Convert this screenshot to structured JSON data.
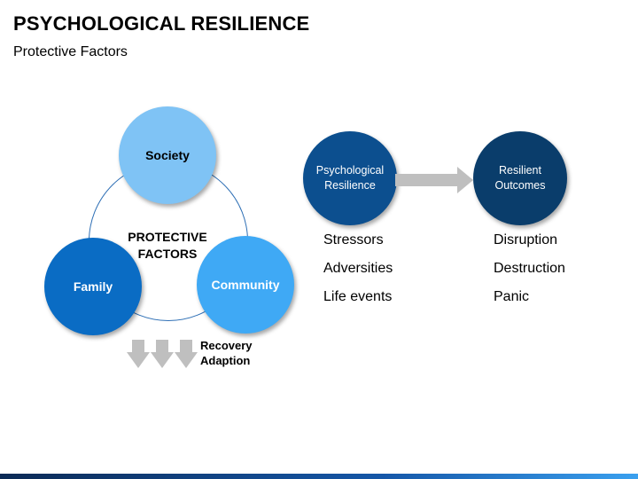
{
  "title": "PSYCHOLOGICAL RESILIENCE",
  "subtitle": "Protective Factors",
  "protective": {
    "center_label_line1": "PROTECTIVE",
    "center_label_line2": "FACTORS",
    "society": "Society",
    "family": "Family",
    "community": "Community",
    "recovery_line1": "Recovery",
    "recovery_line2": "Adaption"
  },
  "flow": {
    "source_line1": "Psychological",
    "source_line2": "Resilience",
    "target_line1": "Resilient",
    "target_line2": "Outcomes",
    "left_items": [
      "Stressors",
      "Adversities",
      "Life events"
    ],
    "right_items": [
      "Disruption",
      "Destruction",
      "Panic"
    ]
  },
  "colors": {
    "society": "#7fc3f5",
    "family": "#0a6cc4",
    "community": "#3fa9f5",
    "psych": "#0c4f8f",
    "outcome": "#0a3d6b",
    "arrow_gray": "#bfbfbf"
  }
}
